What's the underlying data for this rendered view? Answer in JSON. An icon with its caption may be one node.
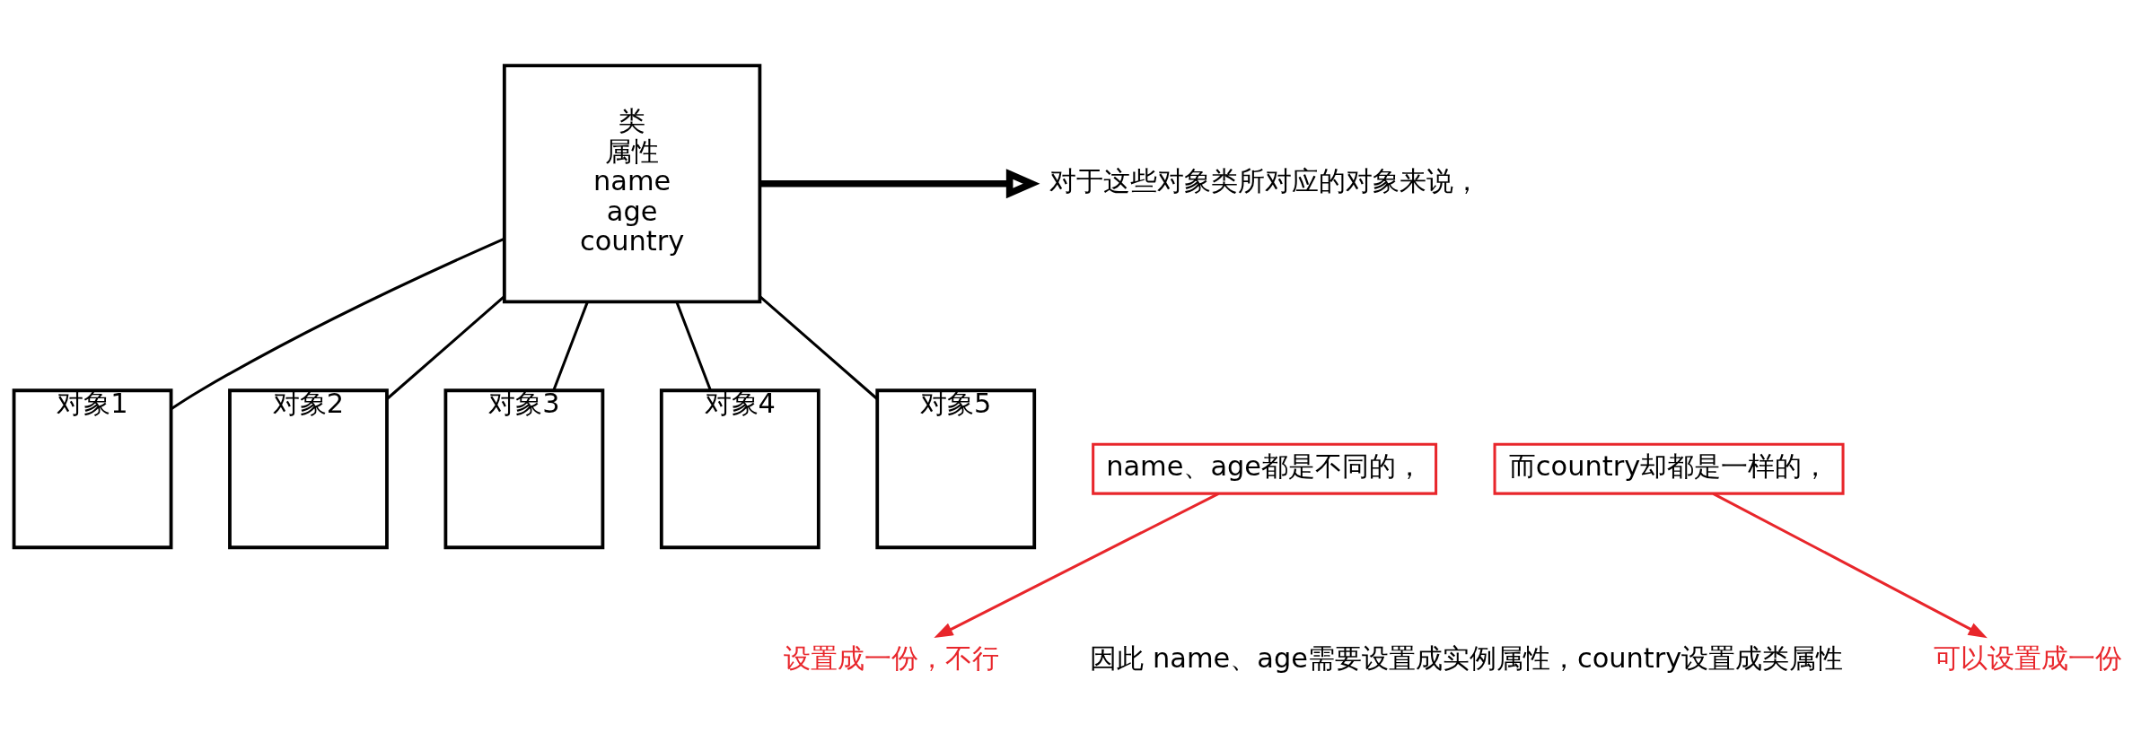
{
  "diagram": {
    "nodes": [
      {
        "text": [
          "类",
          "属性",
          "name",
          "age",
          "country"
        ]
      },
      {
        "text": [
          "对于这些对象类所对应的对象来说，"
        ]
      },
      {
        "text": [
          "name、age都是不同的，"
        ]
      },
      {
        "text": [
          "而country却都是一样的，"
        ]
      },
      {
        "text": [
          "因此 name、age需要设置成实例属性，country设置成类属性"
        ]
      },
      {
        "text": [
          "设置成一份，不行"
        ]
      },
      {
        "text": [
          "可以设置成一份"
        ]
      },
      {
        "text": [
          "对象1"
        ]
      },
      {
        "text": [
          "对象2"
        ]
      },
      {
        "text": [
          "对象3"
        ]
      },
      {
        "text": [
          "对象4"
        ]
      },
      {
        "text": [
          "对象5"
        ]
      }
    ],
    "edges": [
      {
        "from": 0,
        "to": 1,
        "arrow": "to",
        "style": "thick"
      },
      {
        "from": 2,
        "to": 5,
        "arrow": "to",
        "color": "#e8262b"
      },
      {
        "from": 3,
        "to": 6,
        "arrow": "to",
        "color": "#e8262b"
      },
      {
        "from": 0,
        "to": 7,
        "arrow": "none"
      },
      {
        "from": 0,
        "to": 8,
        "arrow": "none"
      },
      {
        "from": 0,
        "to": 9,
        "arrow": "none"
      },
      {
        "from": 0,
        "to": 10,
        "arrow": "none"
      },
      {
        "from": 0,
        "to": 11,
        "arrow": "none"
      }
    ]
  }
}
